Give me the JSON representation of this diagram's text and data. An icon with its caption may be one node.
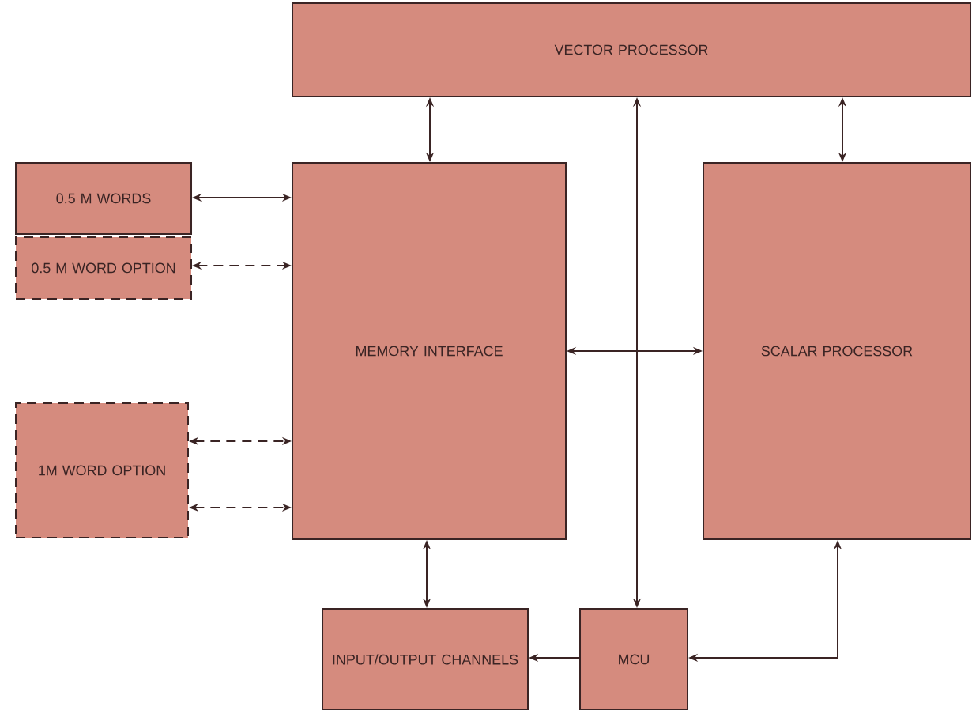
{
  "diagram": {
    "nodes": [
      {
        "text": [
          "VECTOR PROCESSOR"
        ]
      },
      {
        "text": [
          "0.5 M WORDS"
        ]
      },
      {
        "text": [
          "0.5 M WORD OPTION"
        ]
      },
      {
        "text": [
          "MEMORY INTERFACE"
        ]
      },
      {
        "text": [
          "SCALAR PROCESSOR"
        ]
      },
      {
        "text": [
          "1M WORD OPTION"
        ]
      },
      {
        "text": [
          "INPUT/OUTPUT CHANNELS"
        ]
      },
      {
        "text": [
          "MCU"
        ]
      }
    ],
    "edges": [
      {
        "from": 0,
        "to": 3,
        "arrow": "both"
      },
      {
        "from": 0,
        "to": 7,
        "arrow": "both"
      },
      {
        "from": 0,
        "to": 4,
        "arrow": "both"
      },
      {
        "from": 1,
        "to": 3,
        "arrow": "both"
      },
      {
        "from": 2,
        "to": 3,
        "arrow": "both",
        "style": "dashed"
      },
      {
        "from": 5,
        "to": 3,
        "arrow": "both",
        "style": "dashed"
      },
      {
        "from": 5,
        "to": 3,
        "arrow": "both",
        "style": "dashed"
      },
      {
        "from": 3,
        "to": 4,
        "arrow": "both"
      },
      {
        "from": 3,
        "to": 6,
        "arrow": "both"
      },
      {
        "from": 7,
        "to": 6,
        "arrow": "to"
      },
      {
        "from": 7,
        "to": 4,
        "arrow": "both"
      }
    ]
  }
}
